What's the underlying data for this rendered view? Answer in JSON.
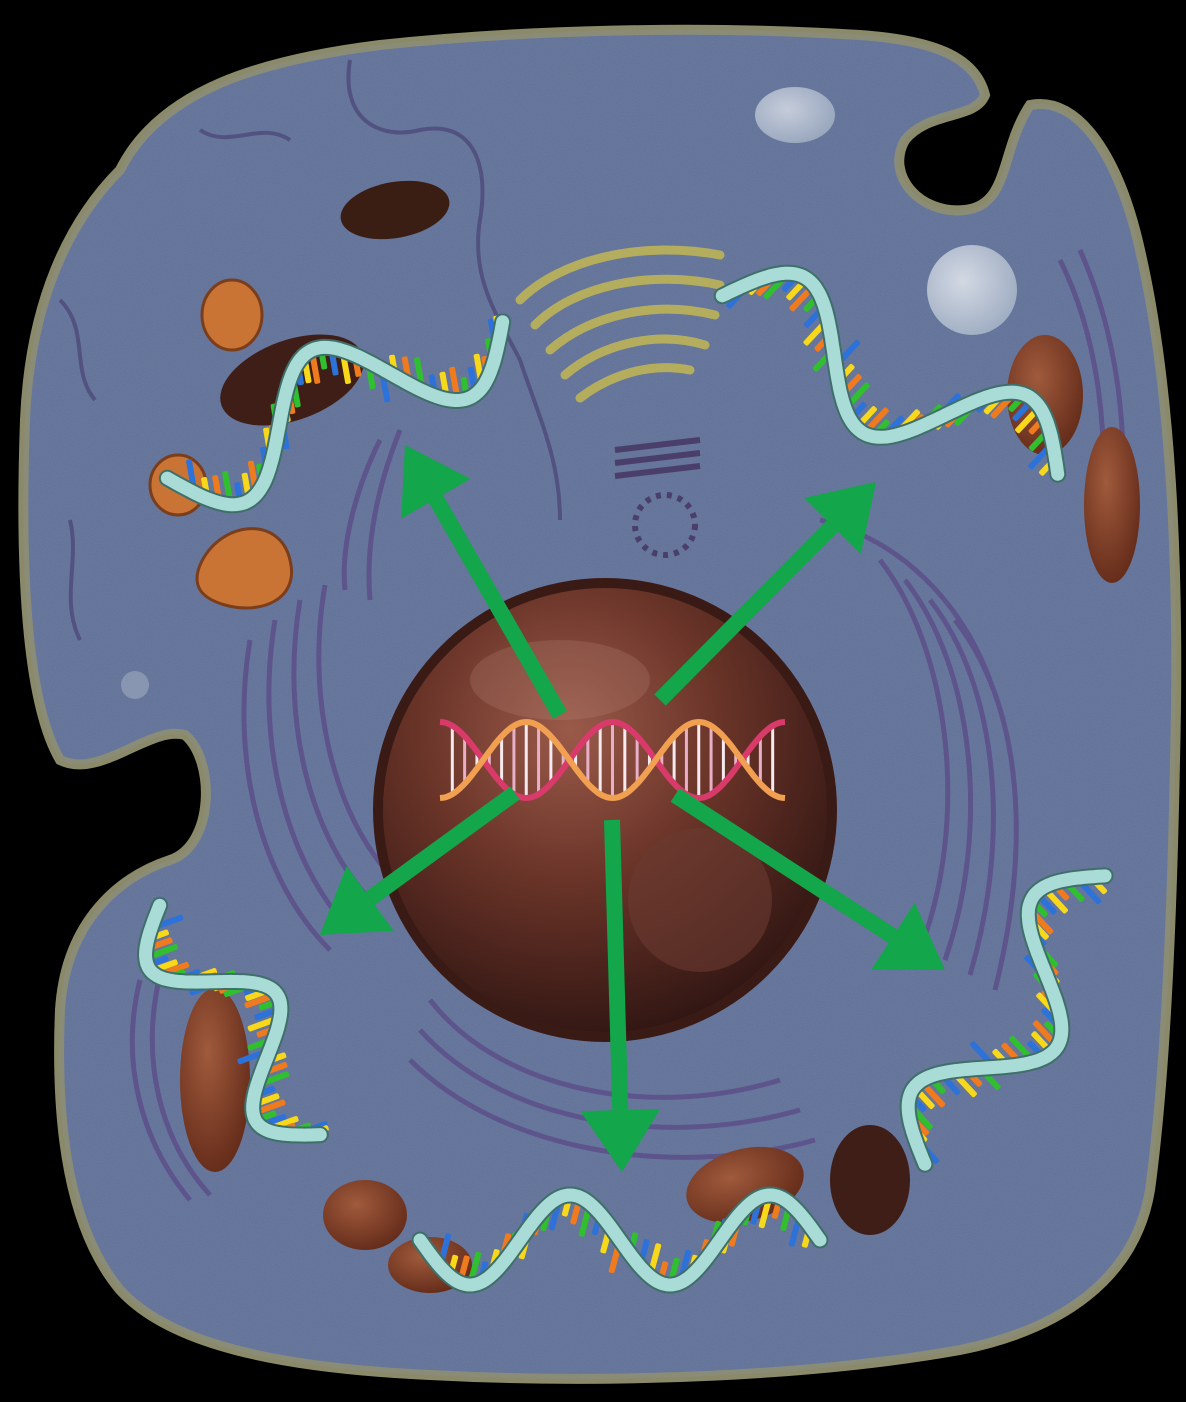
{
  "diagram": {
    "colors": {
      "background": "#000000",
      "cytoplasm": "#5f6f96",
      "membrane": "#8a8a6a",
      "nucleus": "#5a2c24",
      "er": "#6a5a8c",
      "mitochondria": "#7a3a26",
      "golgi": "#b5ad5e",
      "vacuole": "#c9d3df",
      "arrow": "#13a64a",
      "rna_backbone": "#a9dcd6",
      "base_colors": [
        "#f07b1e",
        "#f7d81a",
        "#2d72d9",
        "#2fbf2f"
      ]
    },
    "central_dna": "double-helix",
    "arrow_count": 5,
    "rna_strand_count": 5
  }
}
